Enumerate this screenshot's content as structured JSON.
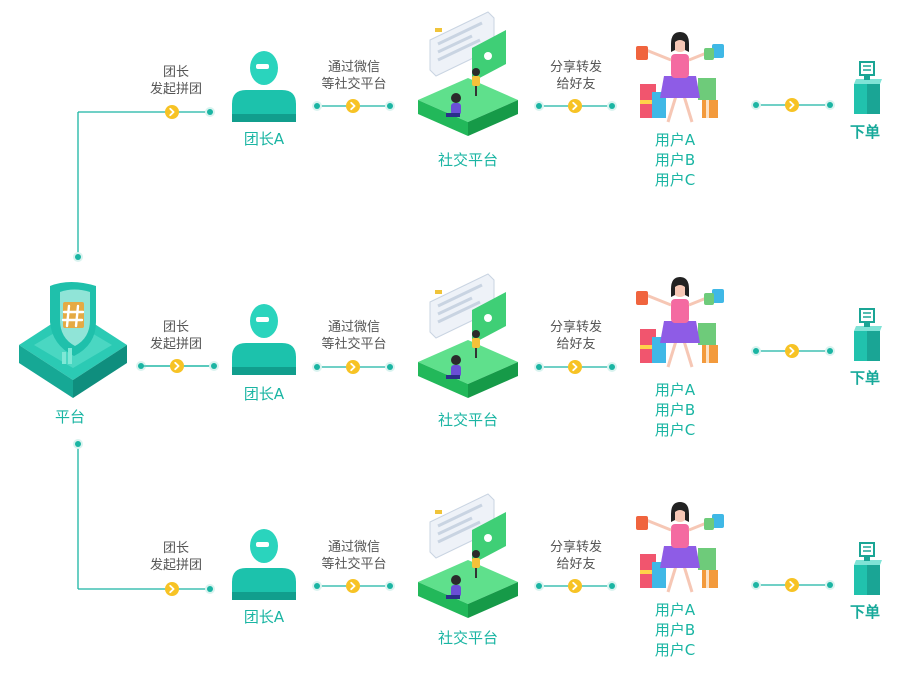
{
  "colors": {
    "connector": "#1bb5a3",
    "arrow_dot": "#f7c325",
    "teal_text": "#1ab5a3",
    "gray_text": "#555555",
    "green_platform": "#2fcf6e"
  },
  "platform": {
    "label": "平台",
    "icon": "hash-shield-icon"
  },
  "rows": [
    {
      "leader_action": [
        "团长",
        "发起拼团"
      ],
      "leader": "团长A",
      "share_via": [
        "通过微信",
        "等社交平台"
      ],
      "social": "社交平台",
      "forward": [
        "分享转发",
        "给好友"
      ],
      "users": [
        "用户A",
        "用户B",
        "用户C"
      ],
      "order": "下单"
    },
    {
      "leader_action": [
        "团长",
        "发起拼团"
      ],
      "leader": "团长A",
      "share_via": [
        "通过微信",
        "等社交平台"
      ],
      "social": "社交平台",
      "forward": [
        "分享转发",
        "给好友"
      ],
      "users": [
        "用户A",
        "用户B",
        "用户C"
      ],
      "order": "下单"
    },
    {
      "leader_action": [
        "团长",
        "发起拼团"
      ],
      "leader": "团长A",
      "share_via": [
        "通过微信",
        "等社交平台"
      ],
      "social": "社交平台",
      "forward": [
        "分享转发",
        "给好友"
      ],
      "users": [
        "用户A",
        "用户B",
        "用户C"
      ],
      "order": "下单"
    }
  ]
}
